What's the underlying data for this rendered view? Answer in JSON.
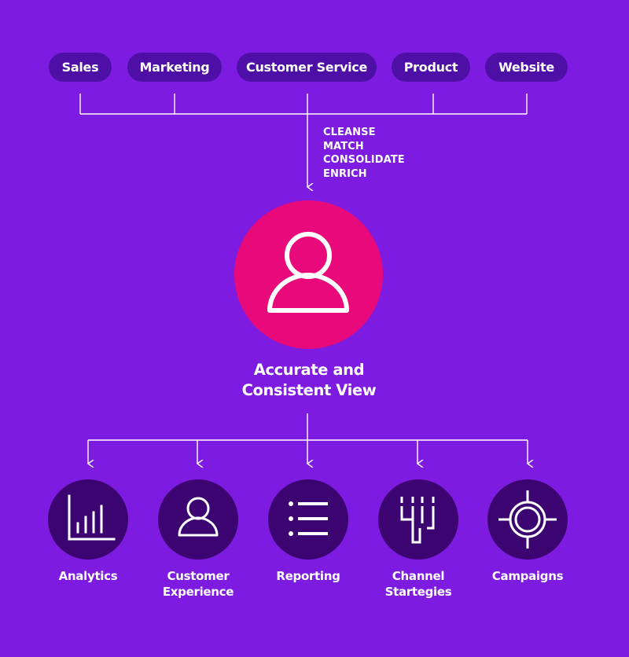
{
  "sources": [
    {
      "label": "Sales",
      "icon": "pill"
    },
    {
      "label": "Marketing",
      "icon": "pill"
    },
    {
      "label": "Customer Service",
      "icon": "pill"
    },
    {
      "label": "Product",
      "icon": "pill"
    },
    {
      "label": "Website",
      "icon": "pill"
    }
  ],
  "steps": [
    "CLEANSE",
    "MATCH",
    "CONSOLIDATE",
    "ENRICH"
  ],
  "center": {
    "title_line1": "Accurate and",
    "title_line2": "Consistent View",
    "icon": "user-icon"
  },
  "outputs": [
    {
      "label_line1": "Analytics",
      "label_line2": "",
      "icon": "bar-chart-icon"
    },
    {
      "label_line1": "Customer",
      "label_line2": "Experience",
      "icon": "user-icon"
    },
    {
      "label_line1": "Reporting",
      "label_line2": "",
      "icon": "list-icon"
    },
    {
      "label_line1": "Channel",
      "label_line2": "Startegies",
      "icon": "channel-icon"
    },
    {
      "label_line1": "Campaigns",
      "label_line2": "",
      "icon": "target-icon"
    }
  ],
  "colors": {
    "background": "#7d1ce0",
    "pill": "#4e0fa6",
    "center_circle": "#e8097a",
    "output_circle": "#3c0470",
    "text": "#ffffff"
  }
}
